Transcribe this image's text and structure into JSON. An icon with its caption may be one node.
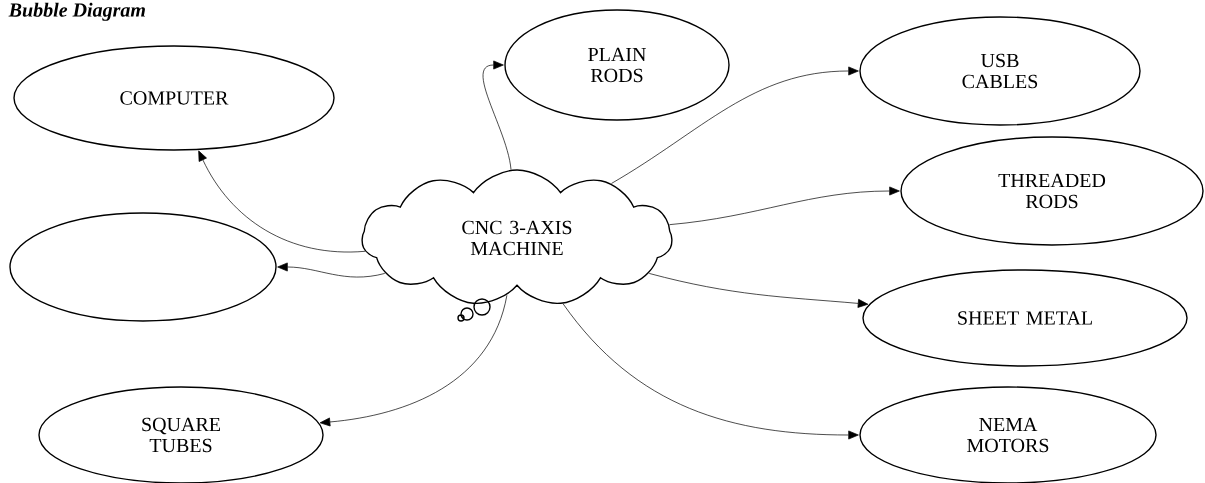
{
  "diagram": {
    "title": "Bubble Diagram",
    "nodes": [
      {
        "text": [
          "CNC 3-AXIS MACHINE"
        ]
      },
      {
        "text": [
          "COMPUTER"
        ]
      },
      {
        "text": [
          "PLAIN RODS"
        ]
      },
      {
        "text": [
          "USB CABLES"
        ]
      },
      {
        "text": [],
        "shape": "ellipse"
      },
      {
        "text": [
          "THREADED RODS"
        ]
      },
      {
        "text": [
          "SHEET METAL"
        ]
      },
      {
        "text": [
          "SQUARE TUBES"
        ]
      },
      {
        "text": [
          "NEMA MOTORS"
        ]
      }
    ],
    "edges": [
      {
        "from": 0,
        "to": 1,
        "arrow": "to"
      },
      {
        "from": 0,
        "to": 2,
        "arrow": "to"
      },
      {
        "from": 0,
        "to": 3,
        "arrow": "to"
      },
      {
        "from": 0,
        "to": 4,
        "arrow": "to"
      },
      {
        "from": 0,
        "to": 5,
        "arrow": "to"
      },
      {
        "from": 0,
        "to": 6,
        "arrow": "to"
      },
      {
        "from": 0,
        "to": 7,
        "arrow": "to"
      },
      {
        "from": 0,
        "to": 8,
        "arrow": "to"
      }
    ]
  }
}
